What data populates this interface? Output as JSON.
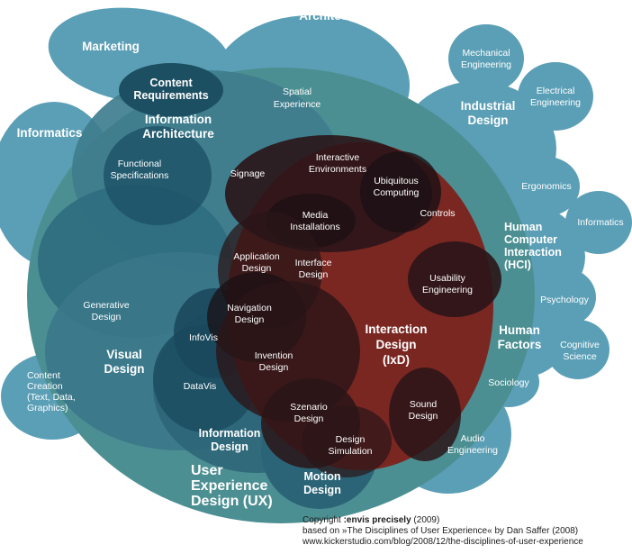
{
  "colors": {
    "light_blue": "#5b9fb6",
    "mid_teal": "#3f7d8e",
    "dark_teal": "#1d4f62",
    "ux_teal": "#4c8f92",
    "ixd_red": "#7a2722",
    "overlap_dark": "#2a1518",
    "text": "#ffffff"
  },
  "labels": {
    "architecture": "Architecture",
    "marketing": "Marketing",
    "content_requirements": [
      "Content",
      "Requirements"
    ],
    "spatial_experience": [
      "Spatial",
      "Experience"
    ],
    "mechanical_engineering": [
      "Mechanical",
      "Engineering"
    ],
    "electrical_engineering": [
      "Electrical",
      "Engineering"
    ],
    "industrial_design": [
      "Industrial",
      "Design"
    ],
    "informatics_left": "Informatics",
    "information_architecture": [
      "Information",
      "Architecture"
    ],
    "functional_specifications": [
      "Functional",
      "Specifications"
    ],
    "signage": "Signage",
    "interactive_environments": [
      "Interactive",
      "Environments"
    ],
    "ubiquitous_computing": [
      "Ubiquitous",
      "Computing"
    ],
    "controls": "Controls",
    "ergonomics": "Ergonomics",
    "informatics_right": "Informatics",
    "media_installations": [
      "Media",
      "Installations"
    ],
    "application_design": [
      "Application",
      "Design"
    ],
    "interface_design": [
      "Interface",
      "Design"
    ],
    "hci": [
      "Human",
      "Computer",
      "Interaction",
      "(HCI)"
    ],
    "usability_engineering": [
      "Usability",
      "Engineering"
    ],
    "generative_design": [
      "Generative",
      "Design"
    ],
    "navigation_design": [
      "Navigation",
      "Design"
    ],
    "psychology": "Psychology",
    "infovis": "InfoVis",
    "interaction_design": [
      "Interaction",
      "Design",
      "(IxD)"
    ],
    "human_factors": [
      "Human",
      "Factors"
    ],
    "cognitive_science": [
      "Cognitive",
      "Science"
    ],
    "visual_design": [
      "Visual",
      "Design"
    ],
    "invention_design": [
      "Invention",
      "Design"
    ],
    "content_creation": [
      "Content",
      "Creation",
      "(Text, Data,",
      "Graphics)"
    ],
    "datavis": "DataVis",
    "sociology": "Sociology",
    "szenario_design": [
      "Szenario",
      "Design"
    ],
    "sound_design": [
      "Sound",
      "Design"
    ],
    "information_design": [
      "Information",
      "Design"
    ],
    "design_simulation": [
      "Design",
      "Simulation"
    ],
    "audio_engineering": [
      "Audio",
      "Engineering"
    ],
    "ux": [
      "User",
      "Experience",
      "Design (UX)"
    ],
    "motion_design": [
      "Motion",
      "Design"
    ]
  },
  "credits": {
    "copyright_prefix": "Copyright",
    "copyright_brand": ":envis precisely",
    "copyright_year": "(2009)",
    "based_on": "based on »The Disciplines of User Experience« by Dan Saffer (2008)",
    "url": "www.kickerstudio.com/blog/2008/12/the-disciplines-of-user-experience"
  }
}
